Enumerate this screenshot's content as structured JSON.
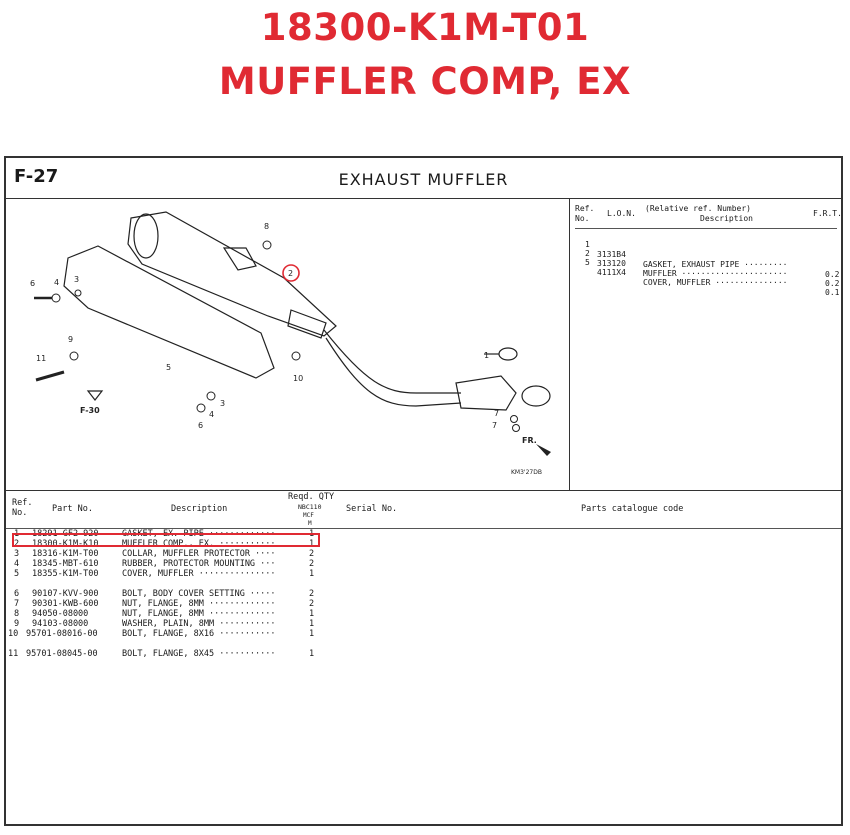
{
  "title": {
    "part_number": "18300-K1M-T01",
    "part_name": "MUFFLER COMP, EX"
  },
  "sheet": {
    "figure_no": "F-27",
    "figure_title": "EXHAUST  MUFFLER"
  },
  "diagram": {
    "callouts": [
      "8",
      "2",
      "6",
      "4",
      "3",
      "9",
      "11",
      "5",
      "1",
      "10",
      "4",
      "3",
      "6",
      "7",
      "7"
    ],
    "ref_figure": "F-30",
    "fr_label": "FR.",
    "code": "KM3'27DB"
  },
  "ref_table": {
    "headers": {
      "ref": "Ref.",
      "no": "No.",
      "lon": "L.O.N.",
      "rel": "(Relative ref. Number)",
      "desc": "Description",
      "frt": "F.R.T."
    },
    "rows": [
      {
        "ref": "1",
        "lon": "3131B4",
        "desc": "GASKET, EXHAUST PIPE ·········",
        "frt": "0.2"
      },
      {
        "ref": "2",
        "lon": "313120",
        "desc": "MUFFLER ······················",
        "frt": "0.2"
      },
      {
        "ref": "5",
        "lon": "4111X4",
        "desc": "COVER, MUFFLER ···············",
        "frt": "0.1"
      }
    ]
  },
  "parts_table": {
    "headers": {
      "ref": "Ref.",
      "no": "No.",
      "part_no": "Part No.",
      "desc": "Description",
      "reqd": "Reqd. QTY",
      "model": "NBC110",
      "sub1": "MCF",
      "sub2": "M",
      "serial": "Serial No.",
      "catalogue": "Parts catalogue code"
    },
    "rows": [
      {
        "ref": "1",
        "part": "18291-GF2-920",
        "desc": "GASKET, EX. PIPE ·············",
        "qty": "1"
      },
      {
        "ref": "2",
        "part": "18300-K1M-K10",
        "desc": "MUFFLER COMP., EX. ···········",
        "qty": "1"
      },
      {
        "ref": "3",
        "part": "18316-K1M-T00",
        "desc": "COLLAR, MUFFLER PROTECTOR ····",
        "qty": "2"
      },
      {
        "ref": "4",
        "part": "18345-MBT-610",
        "desc": "RUBBER, PROTECTOR MOUNTING ···",
        "qty": "2"
      },
      {
        "ref": "5",
        "part": "18355-K1M-T00",
        "desc": "COVER, MUFFLER ···············",
        "qty": "1"
      },
      {
        "ref": "6",
        "part": "90107-KVV-900",
        "desc": "BOLT, BODY COVER SETTING ·····",
        "qty": "2"
      },
      {
        "ref": "7",
        "part": "90301-KWB-600",
        "desc": "NUT, FLANGE, 8MM ·············",
        "qty": "2"
      },
      {
        "ref": "8",
        "part": "94050-08000",
        "desc": "NUT, FLANGE, 8MM ·············",
        "qty": "1"
      },
      {
        "ref": "9",
        "part": "94103-08000",
        "desc": "WASHER, PLAIN, 8MM ···········",
        "qty": "1"
      },
      {
        "ref": "10",
        "part": "95701-08016-00",
        "desc": "BOLT, FLANGE, 8X16 ···········",
        "qty": "1"
      },
      {
        "ref": "11",
        "part": "95701-08045-00",
        "desc": "BOLT, FLANGE, 8X45 ···········",
        "qty": "1"
      }
    ]
  },
  "colors": {
    "accent": "#e02a33"
  }
}
